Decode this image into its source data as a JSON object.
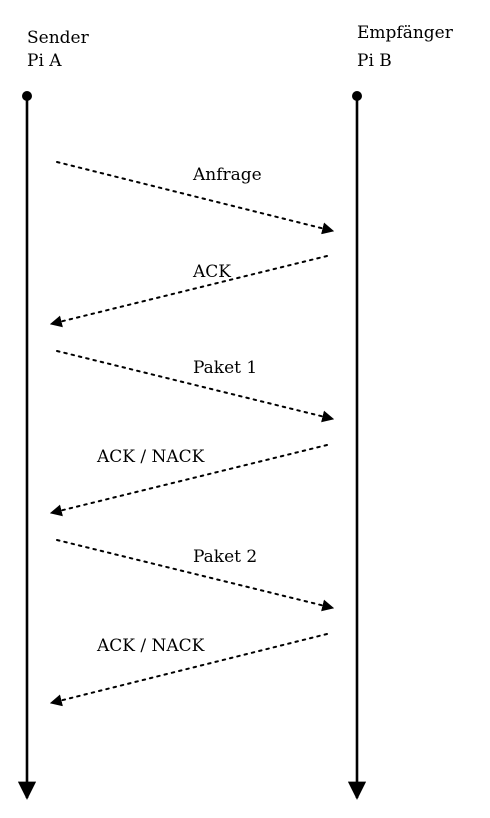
{
  "participants": [
    {
      "role": "Sender",
      "name": "Pi A"
    },
    {
      "role": "Empfänger",
      "name": "Pi B"
    }
  ],
  "messages": [
    {
      "label": "Anfrage",
      "direction": "A-to-B"
    },
    {
      "label": "ACK",
      "direction": "B-to-A"
    },
    {
      "label": "Paket 1",
      "direction": "A-to-B"
    },
    {
      "label": "ACK / NACK",
      "direction": "B-to-A"
    },
    {
      "label": "Paket 2",
      "direction": "A-to-B"
    },
    {
      "label": "ACK / NACK",
      "direction": "B-to-A"
    }
  ],
  "colors": {
    "line": "#000000",
    "background": "#ffffff"
  }
}
